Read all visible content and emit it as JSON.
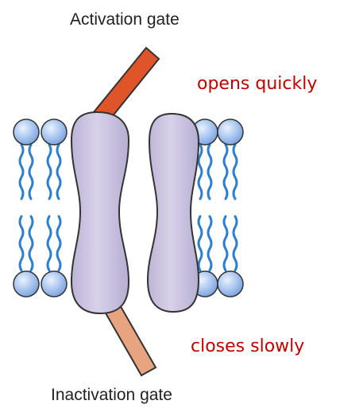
{
  "labels": {
    "activation_gate": "Activation gate",
    "inactivation_gate": "Inactivation gate",
    "opens_note": "opens quickly",
    "closes_note": "closes slowly"
  },
  "colors": {
    "note_text": "#c00000",
    "activation_gate_fill": "#e0542a",
    "inactivation_gate_fill": "#e8a47f",
    "channel_protein_fill": "#c8c0dc",
    "lipid_head_fill": "#a9c6ef",
    "lipid_tail_stroke": "#2f7fd0",
    "outline": "#333333"
  },
  "icons": {
    "activation_gate": "activation-gate-bar",
    "inactivation_gate": "inactivation-gate-bar",
    "channel": "channel-protein-subunit",
    "lipid": "phospholipid"
  }
}
